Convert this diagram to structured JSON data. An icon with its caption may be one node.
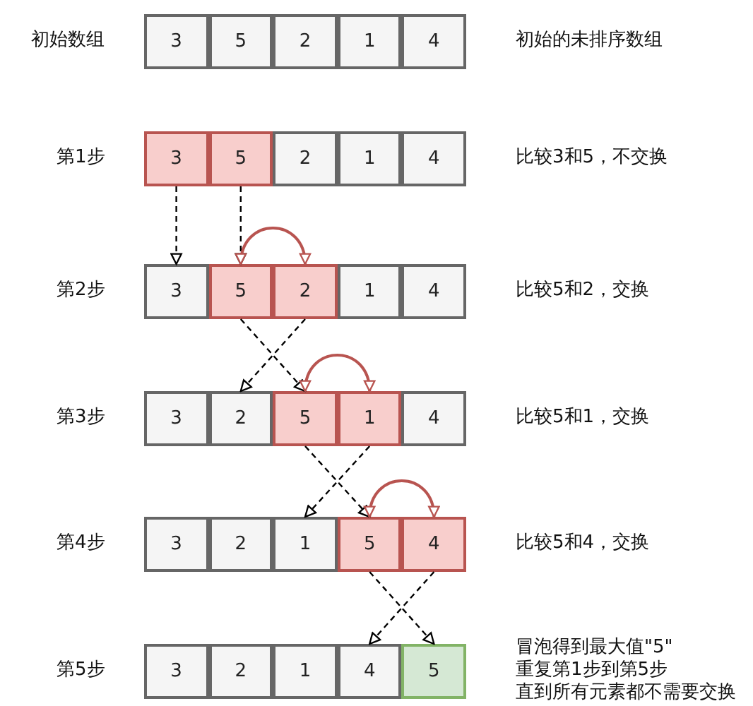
{
  "diagram": {
    "nodes": [
      {
        "text": [
          "3"
        ]
      },
      {
        "text": [
          "5"
        ]
      },
      {
        "text": [
          "2"
        ]
      },
      {
        "text": [
          "1"
        ]
      },
      {
        "text": [
          "4"
        ]
      },
      {
        "text": [
          "3"
        ]
      },
      {
        "text": [
          "5"
        ]
      },
      {
        "text": [
          "2"
        ]
      },
      {
        "text": [
          "1"
        ]
      },
      {
        "text": [
          "4"
        ]
      },
      {
        "text": [
          "3"
        ]
      },
      {
        "text": [
          "5"
        ]
      },
      {
        "text": [
          "2"
        ]
      },
      {
        "text": [
          "1"
        ]
      },
      {
        "text": [
          "4"
        ]
      },
      {
        "text": [
          "3"
        ]
      },
      {
        "text": [
          "2"
        ]
      },
      {
        "text": [
          "5"
        ]
      },
      {
        "text": [
          "1"
        ]
      },
      {
        "text": [
          "4"
        ]
      },
      {
        "text": [
          "3"
        ]
      },
      {
        "text": [
          "2"
        ]
      },
      {
        "text": [
          "1"
        ]
      },
      {
        "text": [
          "5"
        ]
      },
      {
        "text": [
          "4"
        ]
      },
      {
        "text": [
          "3"
        ]
      },
      {
        "text": [
          "2"
        ]
      },
      {
        "text": [
          "1"
        ]
      },
      {
        "text": [
          "4"
        ]
      },
      {
        "text": [
          "5"
        ]
      }
    ],
    "edges": [
      {
        "from": 5,
        "to": 10,
        "arrow": "to",
        "style": "dashed"
      },
      {
        "from": 6,
        "to": 11,
        "arrow": "to",
        "style": "dashed"
      },
      {
        "from": 11,
        "to": 12,
        "arrow": "both",
        "color": "#b85450"
      },
      {
        "from": 11,
        "to": 17,
        "arrow": "to",
        "style": "dashed"
      },
      {
        "from": 12,
        "to": 16,
        "arrow": "to",
        "style": "dashed"
      },
      {
        "from": 17,
        "to": 18,
        "arrow": "both",
        "color": "#b85450"
      },
      {
        "from": 17,
        "to": 23,
        "arrow": "to",
        "style": "dashed"
      },
      {
        "from": 18,
        "to": 22,
        "arrow": "to",
        "style": "dashed"
      },
      {
        "from": 23,
        "to": 24,
        "arrow": "both",
        "color": "#b85450"
      },
      {
        "from": 23,
        "to": 29,
        "arrow": "to",
        "style": "dashed"
      },
      {
        "from": 24,
        "to": 28,
        "arrow": "to",
        "style": "dashed"
      }
    ],
    "labels": [
      "初始数组",
      "初始的未排序数组",
      "第1步",
      "比较3和5，不交换",
      "第2步",
      "比较5和2，交换",
      "第3步",
      "比较5和1，交换",
      "第4步",
      "比较5和4，交换",
      "第5步",
      "冒泡得到最大值\"5\"",
      "重复第1步到第5步",
      "直到所有元素都不需要交换"
    ]
  }
}
